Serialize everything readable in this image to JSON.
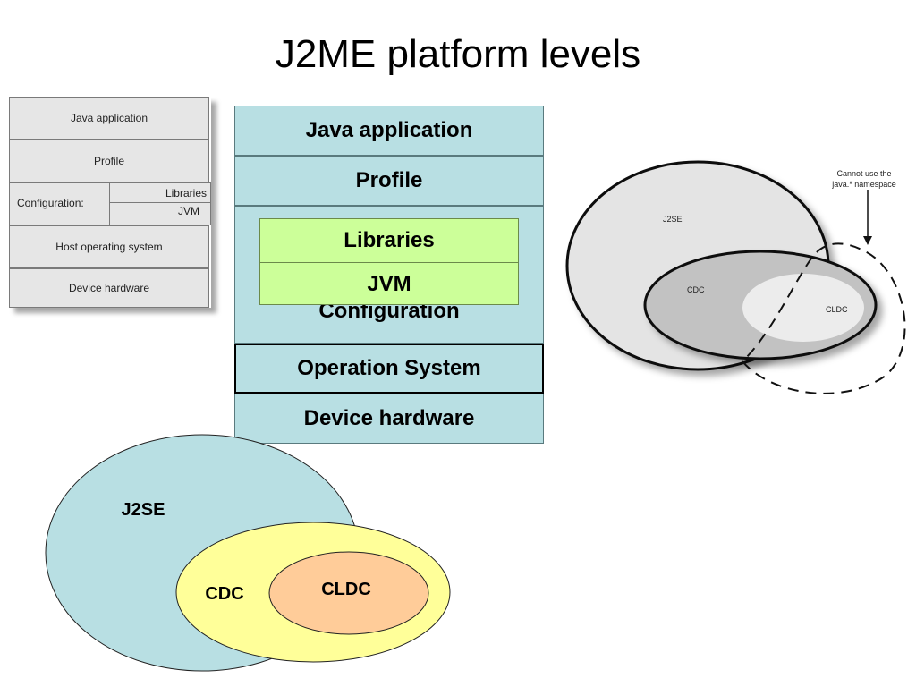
{
  "title": "J2ME platform levels",
  "small_stack": {
    "java_application": "Java application",
    "profile": "Profile",
    "configuration": "Configuration:",
    "libraries": "Libraries",
    "jvm": "JVM",
    "host_os": "Host operating system",
    "device_hardware": "Device hardware"
  },
  "main_stack": {
    "java_application": "Java application",
    "profile": "Profile",
    "libraries": "Libraries",
    "jvm": "JVM",
    "configuration": "Configuration",
    "operation_system": "Operation System",
    "device_hardware": "Device hardware"
  },
  "venn_bottom": {
    "j2se": "J2SE",
    "cdc": "CDC",
    "cldc": "CLDC",
    "colors": {
      "j2se": "#b8dfe3",
      "cdc": "#ffff99",
      "cldc": "#ffcc99"
    }
  },
  "venn_right": {
    "j2se": "J2SE",
    "cdc": "CDC",
    "cldc": "CLDC",
    "note_line1": "Cannot use the",
    "note_line2": "java.* namespace"
  }
}
